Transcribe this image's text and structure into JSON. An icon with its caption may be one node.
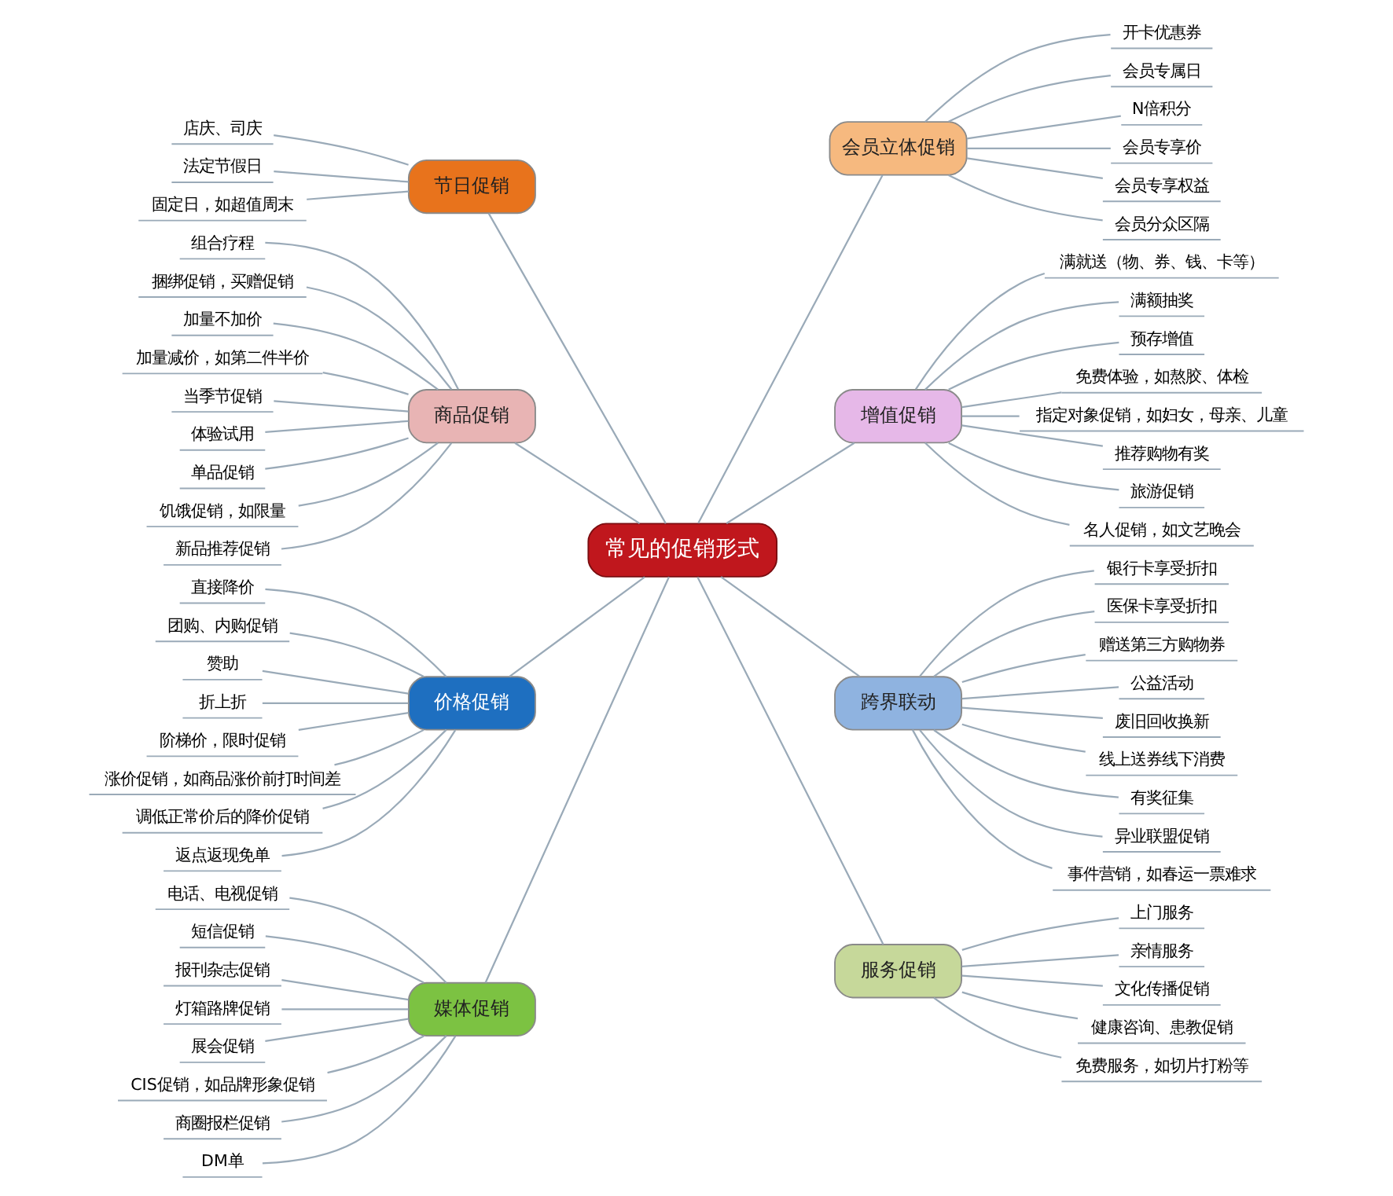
{
  "diagram": {
    "nodes": [
      {
        "text": [
          "常见的促销形式"
        ]
      },
      {
        "text": [
          "节日促销"
        ]
      },
      {
        "text": [
          "店庆、司庆"
        ]
      },
      {
        "text": [
          "法定节假日"
        ]
      },
      {
        "text": [
          "固定日，如超值周末"
        ]
      },
      {
        "text": [
          "商品促销"
        ]
      },
      {
        "text": [
          "组合疗程"
        ]
      },
      {
        "text": [
          "捆绑促销，买赠促销"
        ]
      },
      {
        "text": [
          "加量不加价"
        ]
      },
      {
        "text": [
          "加量减价，如第二件半价"
        ]
      },
      {
        "text": [
          "当季节促销"
        ]
      },
      {
        "text": [
          "体验试用"
        ]
      },
      {
        "text": [
          "单品促销"
        ]
      },
      {
        "text": [
          "饥饿促销，如限量"
        ]
      },
      {
        "text": [
          "新品推荐促销"
        ]
      },
      {
        "text": [
          "价格促销"
        ]
      },
      {
        "text": [
          "直接降价"
        ]
      },
      {
        "text": [
          "团购、内购促销"
        ]
      },
      {
        "text": [
          "赞助"
        ]
      },
      {
        "text": [
          "折上折"
        ]
      },
      {
        "text": [
          "阶梯价，限时促销"
        ]
      },
      {
        "text": [
          "涨价促销，如商品涨价前打时间差"
        ]
      },
      {
        "text": [
          "调低正常价后的降价促销"
        ]
      },
      {
        "text": [
          "返点返现免单"
        ]
      },
      {
        "text": [
          "媒体促销"
        ]
      },
      {
        "text": [
          "电话、电视促销"
        ]
      },
      {
        "text": [
          "短信促销"
        ]
      },
      {
        "text": [
          "报刊杂志促销"
        ]
      },
      {
        "text": [
          "灯箱路牌促销"
        ]
      },
      {
        "text": [
          "展会促销"
        ]
      },
      {
        "text": [
          "CIS促销，如品牌形象促销"
        ]
      },
      {
        "text": [
          "商圈报栏促销"
        ]
      },
      {
        "text": [
          "DM单"
        ]
      },
      {
        "text": [
          "会员立体促销"
        ]
      },
      {
        "text": [
          "开卡优惠券"
        ]
      },
      {
        "text": [
          "会员专属日"
        ]
      },
      {
        "text": [
          "N倍积分"
        ]
      },
      {
        "text": [
          "会员专享价"
        ]
      },
      {
        "text": [
          "会员专享权益"
        ]
      },
      {
        "text": [
          "会员分众区隔"
        ]
      },
      {
        "text": [
          "增值促销"
        ]
      },
      {
        "text": [
          "满就送（物、券、钱、卡等）"
        ]
      },
      {
        "text": [
          "满额抽奖"
        ]
      },
      {
        "text": [
          "预存增值"
        ]
      },
      {
        "text": [
          "免费体验，如熬胶、体检"
        ]
      },
      {
        "text": [
          "指定对象促销，如妇女，母亲、儿童"
        ]
      },
      {
        "text": [
          "推荐购物有奖"
        ]
      },
      {
        "text": [
          "旅游促销"
        ]
      },
      {
        "text": [
          "名人促销，如文艺晚会"
        ]
      },
      {
        "text": [
          "跨界联动"
        ]
      },
      {
        "text": [
          "银行卡享受折扣"
        ]
      },
      {
        "text": [
          "医保卡享受折扣"
        ]
      },
      {
        "text": [
          "赠送第三方购物券"
        ]
      },
      {
        "text": [
          "公益活动"
        ]
      },
      {
        "text": [
          "废旧回收换新"
        ]
      },
      {
        "text": [
          "线上送券线下消费"
        ]
      },
      {
        "text": [
          "有奖征集"
        ]
      },
      {
        "text": [
          "异业联盟促销"
        ]
      },
      {
        "text": [
          "事件营销，如春运一票难求"
        ]
      },
      {
        "text": [
          "服务促销"
        ]
      },
      {
        "text": [
          "上门服务"
        ]
      },
      {
        "text": [
          "亲情服务"
        ]
      },
      {
        "text": [
          "文化传播促销"
        ]
      },
      {
        "text": [
          "健康咨询、患教促销"
        ]
      },
      {
        "text": [
          "免费服务，如切片打粉等"
        ]
      }
    ],
    "edges": [
      {
        "from": 0,
        "to": 1,
        "arrow": "none"
      },
      {
        "from": 1,
        "to": 2,
        "arrow": "none"
      },
      {
        "from": 1,
        "to": 3,
        "arrow": "none"
      },
      {
        "from": 1,
        "to": 4,
        "arrow": "none"
      },
      {
        "from": 0,
        "to": 5,
        "arrow": "none"
      },
      {
        "from": 5,
        "to": 6,
        "arrow": "none"
      },
      {
        "from": 5,
        "to": 7,
        "arrow": "none"
      },
      {
        "from": 5,
        "to": 8,
        "arrow": "none"
      },
      {
        "from": 5,
        "to": 9,
        "arrow": "none"
      },
      {
        "from": 5,
        "to": 10,
        "arrow": "none"
      },
      {
        "from": 5,
        "to": 11,
        "arrow": "none"
      },
      {
        "from": 5,
        "to": 12,
        "arrow": "none"
      },
      {
        "from": 5,
        "to": 13,
        "arrow": "none"
      },
      {
        "from": 5,
        "to": 14,
        "arrow": "none"
      },
      {
        "from": 0,
        "to": 15,
        "arrow": "none"
      },
      {
        "from": 15,
        "to": 16,
        "arrow": "none"
      },
      {
        "from": 15,
        "to": 17,
        "arrow": "none"
      },
      {
        "from": 15,
        "to": 18,
        "arrow": "none"
      },
      {
        "from": 15,
        "to": 19,
        "arrow": "none"
      },
      {
        "from": 15,
        "to": 20,
        "arrow": "none"
      },
      {
        "from": 15,
        "to": 21,
        "arrow": "none"
      },
      {
        "from": 15,
        "to": 22,
        "arrow": "none"
      },
      {
        "from": 15,
        "to": 23,
        "arrow": "none"
      },
      {
        "from": 0,
        "to": 24,
        "arrow": "none"
      },
      {
        "from": 24,
        "to": 25,
        "arrow": "none"
      },
      {
        "from": 24,
        "to": 26,
        "arrow": "none"
      },
      {
        "from": 24,
        "to": 27,
        "arrow": "none"
      },
      {
        "from": 24,
        "to": 28,
        "arrow": "none"
      },
      {
        "from": 24,
        "to": 29,
        "arrow": "none"
      },
      {
        "from": 24,
        "to": 30,
        "arrow": "none"
      },
      {
        "from": 24,
        "to": 31,
        "arrow": "none"
      },
      {
        "from": 24,
        "to": 32,
        "arrow": "none"
      },
      {
        "from": 0,
        "to": 33,
        "arrow": "none"
      },
      {
        "from": 33,
        "to": 34,
        "arrow": "none"
      },
      {
        "from": 33,
        "to": 35,
        "arrow": "none"
      },
      {
        "from": 33,
        "to": 36,
        "arrow": "none"
      },
      {
        "from": 33,
        "to": 37,
        "arrow": "none"
      },
      {
        "from": 33,
        "to": 38,
        "arrow": "none"
      },
      {
        "from": 33,
        "to": 39,
        "arrow": "none"
      },
      {
        "from": 0,
        "to": 40,
        "arrow": "none"
      },
      {
        "from": 40,
        "to": 41,
        "arrow": "none"
      },
      {
        "from": 40,
        "to": 42,
        "arrow": "none"
      },
      {
        "from": 40,
        "to": 43,
        "arrow": "none"
      },
      {
        "from": 40,
        "to": 44,
        "arrow": "none"
      },
      {
        "from": 40,
        "to": 45,
        "arrow": "none"
      },
      {
        "from": 40,
        "to": 46,
        "arrow": "none"
      },
      {
        "from": 40,
        "to": 47,
        "arrow": "none"
      },
      {
        "from": 40,
        "to": 48,
        "arrow": "none"
      },
      {
        "from": 0,
        "to": 49,
        "arrow": "none"
      },
      {
        "from": 49,
        "to": 50,
        "arrow": "none"
      },
      {
        "from": 49,
        "to": 51,
        "arrow": "none"
      },
      {
        "from": 49,
        "to": 52,
        "arrow": "none"
      },
      {
        "from": 49,
        "to": 53,
        "arrow": "none"
      },
      {
        "from": 49,
        "to": 54,
        "arrow": "none"
      },
      {
        "from": 49,
        "to": 55,
        "arrow": "none"
      },
      {
        "from": 49,
        "to": 56,
        "arrow": "none"
      },
      {
        "from": 49,
        "to": 57,
        "arrow": "none"
      },
      {
        "from": 49,
        "to": 58,
        "arrow": "none"
      },
      {
        "from": 0,
        "to": 59,
        "arrow": "none"
      },
      {
        "from": 59,
        "to": 60,
        "arrow": "none"
      },
      {
        "from": 59,
        "to": 61,
        "arrow": "none"
      },
      {
        "from": 59,
        "to": 62,
        "arrow": "none"
      },
      {
        "from": 59,
        "to": 63,
        "arrow": "none"
      },
      {
        "from": 59,
        "to": 64,
        "arrow": "none"
      }
    ]
  }
}
